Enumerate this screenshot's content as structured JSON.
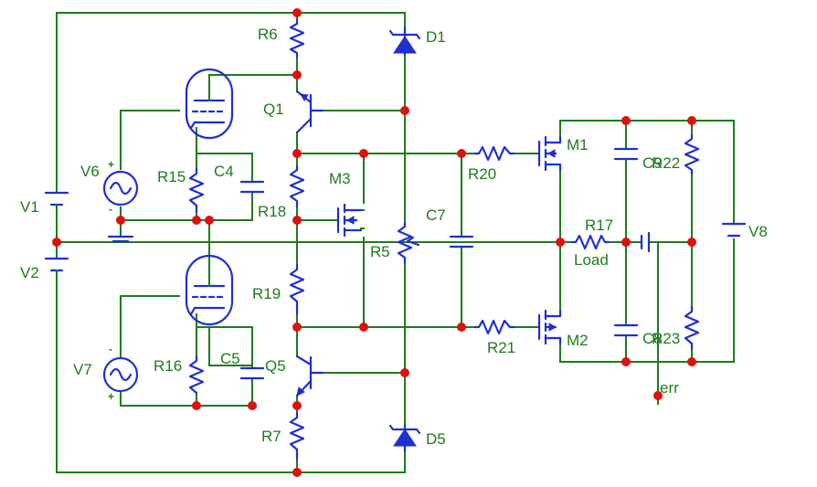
{
  "labels": {
    "R6": "R6",
    "D1": "D1",
    "Q1": "Q1",
    "M1": "M1",
    "C9": "C9",
    "R22": "R22",
    "V6": "V6",
    "R15": "R15",
    "C4": "C4",
    "M3": "M3",
    "R20": "R20",
    "V1": "V1",
    "R18": "R18",
    "C7": "C7",
    "R17": "R17",
    "V8": "V8",
    "R5": "R5",
    "Load": "Load",
    "V2": "V2",
    "R19": "R19",
    "V7": "V7",
    "R16": "R16",
    "C5": "C5",
    "Q5": "Q5",
    "R21": "R21",
    "M2": "M2",
    "C8": "C8",
    "R23": "R23",
    "err": "err",
    "R7": "R7",
    "D5": "D5"
  },
  "polarity": {
    "plus": "+",
    "minus": "-"
  },
  "colors": {
    "wire": "#1c7c1c",
    "component": "#1f2fd0",
    "node": "#e01010",
    "background": "#ffffff"
  }
}
